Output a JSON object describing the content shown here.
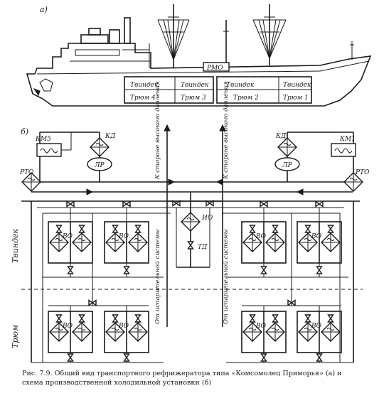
{
  "figure": {
    "part_a_label": "а)",
    "part_b_label": "б)"
  },
  "ship": {
    "tweendeck_labels": [
      "Твиндек",
      "Твиндек",
      "Твиндек",
      "Твиндек"
    ],
    "hold_labels": [
      "Трюм 4",
      "Трюм 3",
      "Трюм 2",
      "Трюм 1"
    ],
    "room_label": "РМО"
  },
  "scheme": {
    "left_compressor": "КМ5",
    "right_compressor": "КМ1",
    "left_condenser": "КД",
    "right_condenser": "КД",
    "left_receiver": "ЛР",
    "right_receiver": "ЛР",
    "left_rto": "РТО",
    "right_rto": "РТО",
    "evaporator_label": "ВО",
    "io_label": "ИО",
    "td_label": "ТД",
    "zone_tweendeck": "Твиндек",
    "zone_hold": "Трюм",
    "to_high_pressure_left": "К стороне высокого давления",
    "to_high_pressure_right": "К стороне высокого давления",
    "from_evap_left": "От испарительной системы",
    "from_evap_right": "От испарительной системы"
  },
  "caption": {
    "line1": "Рис. 7.9. Общий вид транспортного рефрижератора типа «Комсомолец Приморья» (а) и",
    "line2": "схема производственной холодильной установки (б)"
  }
}
